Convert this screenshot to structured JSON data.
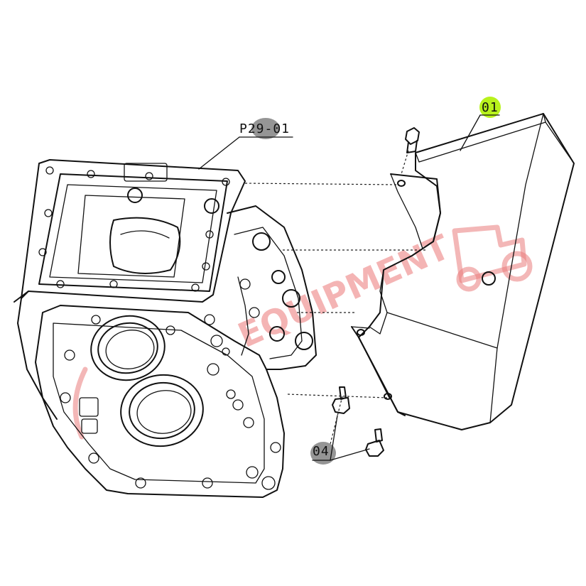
{
  "labels": {
    "assembly_ref": "P29-01",
    "part_cover": "01",
    "part_bolt": "04"
  },
  "watermark": {
    "text": "EQUIPMENT",
    "color": "#ea6c6c"
  },
  "colors": {
    "highlight_green": "#b8f21c",
    "highlight_grey": "#8a8a8a",
    "line": "#111111"
  }
}
